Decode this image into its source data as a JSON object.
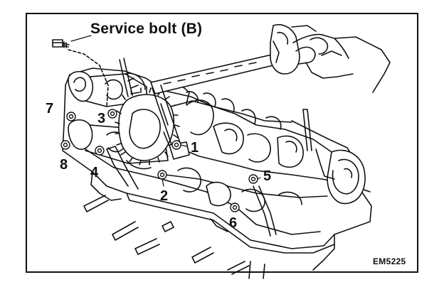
{
  "figure": {
    "title_label": "Service bolt (B)",
    "bolt_numbers": [
      "1",
      "2",
      "3",
      "4",
      "5",
      "6",
      "7",
      "8"
    ],
    "figure_code": "EM5225"
  }
}
